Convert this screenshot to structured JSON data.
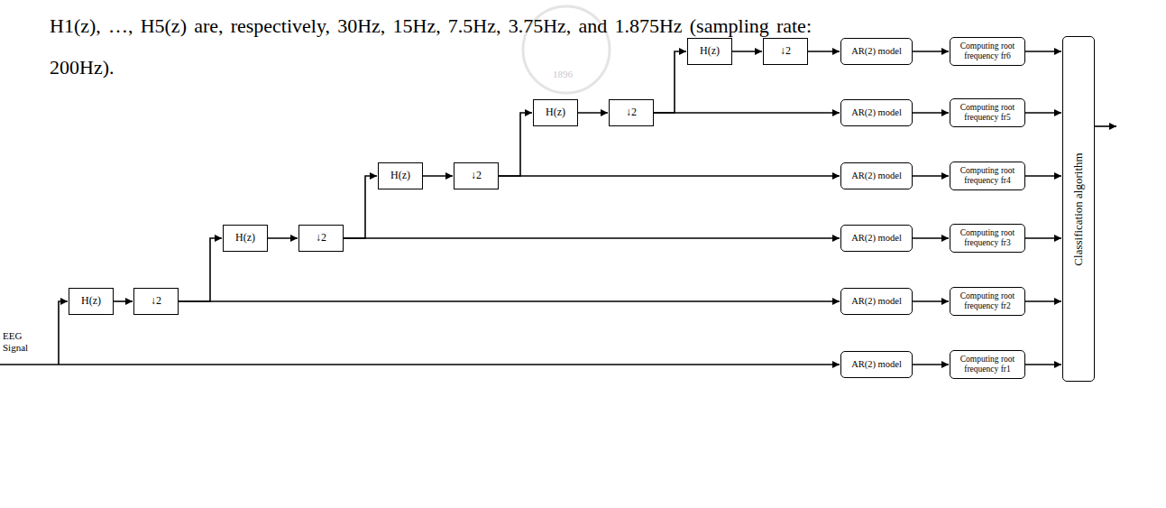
{
  "diagram": {
    "nodes": [
      {
        "text": [
          "H(z)"
        ]
      },
      {
        "text": [
          "↓2"
        ]
      },
      {
        "text": [
          "H(z)"
        ]
      },
      {
        "text": [
          "↓2"
        ]
      },
      {
        "text": [
          "H(z)"
        ]
      },
      {
        "text": [
          "↓2"
        ]
      },
      {
        "text": [
          "H(z)"
        ]
      },
      {
        "text": [
          "↓2"
        ]
      },
      {
        "text": [
          "H(z)"
        ]
      },
      {
        "text": [
          "↓2"
        ]
      },
      {
        "text": [
          "AR(2) model"
        ]
      },
      {
        "text": [
          "AR(2) model"
        ]
      },
      {
        "text": [
          "AR(2) model"
        ]
      },
      {
        "text": [
          "AR(2) model"
        ]
      },
      {
        "text": [
          "AR(2) model"
        ]
      },
      {
        "text": [
          "AR(2) model"
        ]
      },
      {
        "text": [
          "Computing root frequency fr6"
        ]
      },
      {
        "text": [
          "Computing root frequency fr5"
        ]
      },
      {
        "text": [
          "Computing root frequency fr4"
        ]
      },
      {
        "text": [
          "Computing root frequency fr3"
        ]
      },
      {
        "text": [
          "Computing root frequency fr2"
        ]
      },
      {
        "text": [
          "Computing root frequency fr1"
        ]
      },
      {
        "text": [
          "Classification algorithm"
        ]
      }
    ],
    "edges": [
      {
        "from": 0,
        "to": 1,
        "arrow": "to"
      },
      {
        "from": 2,
        "to": 3,
        "arrow": "to"
      },
      {
        "from": 4,
        "to": 5,
        "arrow": "to"
      },
      {
        "from": 6,
        "to": 7,
        "arrow": "to"
      },
      {
        "from": 8,
        "to": 9,
        "arrow": "to"
      },
      {
        "from": 1,
        "to": 2,
        "arrow": "to"
      },
      {
        "from": 3,
        "to": 4,
        "arrow": "to"
      },
      {
        "from": 5,
        "to": 6,
        "arrow": "to"
      },
      {
        "from": 7,
        "to": 8,
        "arrow": "to"
      },
      {
        "from": 1,
        "to": 14,
        "arrow": "to"
      },
      {
        "from": 3,
        "to": 13,
        "arrow": "to"
      },
      {
        "from": 5,
        "to": 12,
        "arrow": "to"
      },
      {
        "from": 7,
        "to": 11,
        "arrow": "to"
      },
      {
        "from": 9,
        "to": 10,
        "arrow": "to"
      },
      {
        "from": 10,
        "to": 16,
        "arrow": "to"
      },
      {
        "from": 11,
        "to": 17,
        "arrow": "to"
      },
      {
        "from": 12,
        "to": 18,
        "arrow": "to"
      },
      {
        "from": 13,
        "to": 19,
        "arrow": "to"
      },
      {
        "from": 14,
        "to": 20,
        "arrow": "to"
      },
      {
        "from": 15,
        "to": 21,
        "arrow": "to"
      },
      {
        "from": 16,
        "to": 22,
        "arrow": "to"
      },
      {
        "from": 17,
        "to": 22,
        "arrow": "to"
      },
      {
        "from": 18,
        "to": 22,
        "arrow": "to"
      },
      {
        "from": 19,
        "to": 22,
        "arrow": "to"
      },
      {
        "from": 20,
        "to": 22,
        "arrow": "to"
      },
      {
        "from": 21,
        "to": 22,
        "arrow": "to"
      }
    ],
    "labels": [
      "H1(z), …, H5(z) are, respectively, 30Hz, 15Hz, 7.5Hz, 3.75Hz, and 1.875Hz (sampling rate: 200Hz).",
      "EEG Signal",
      "1896"
    ]
  }
}
